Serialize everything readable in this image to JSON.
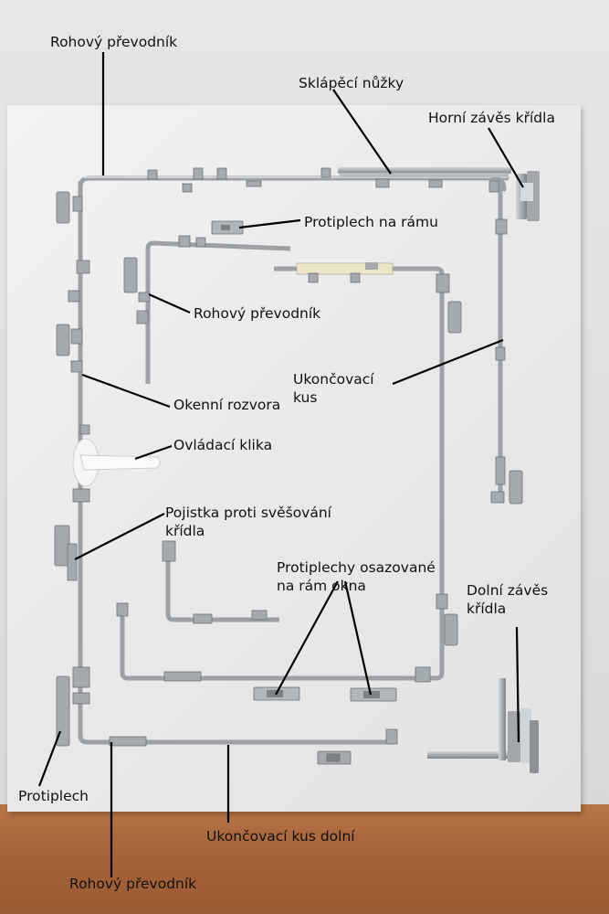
{
  "labels": {
    "rohovy_prevodnik_top": "Rohový převodník",
    "sklapeci_nuzky": "Sklápěcí nůžky",
    "horni_zaves": "Horní závěs křídla",
    "protiplech_na_ramu": "Protiplech na rámu",
    "rohovy_prevodnik_middle": "Rohový převodník",
    "ukoncovaci_kus_line1": "Ukončovací",
    "ukoncovaci_kus_line2": "kus",
    "okenni_rozvora": "Okenní rozvora",
    "ovladaci_klika": "Ovládací klika",
    "pojistka_line1": "Pojistka proti svěšování",
    "pojistka_line2": "křídla",
    "protiplechy_line1": "Protiplechy osazované",
    "protiplechy_line2": "na rám okna",
    "dolni_zaves_line1": "Dolní závěs",
    "dolni_zaves_line2": "křídla",
    "protiplech": "Protiplech",
    "ukoncovaci_kus_dolni": "Ukončovací kus dolní",
    "rohovy_prevodnik_bottom": "Rohový převodník"
  },
  "colors": {
    "metal": "#b8bcc0",
    "metal_dark": "#8c9094",
    "leader_line": "#000000",
    "board": "#eeeeee",
    "handle": "#f8f8f8"
  }
}
